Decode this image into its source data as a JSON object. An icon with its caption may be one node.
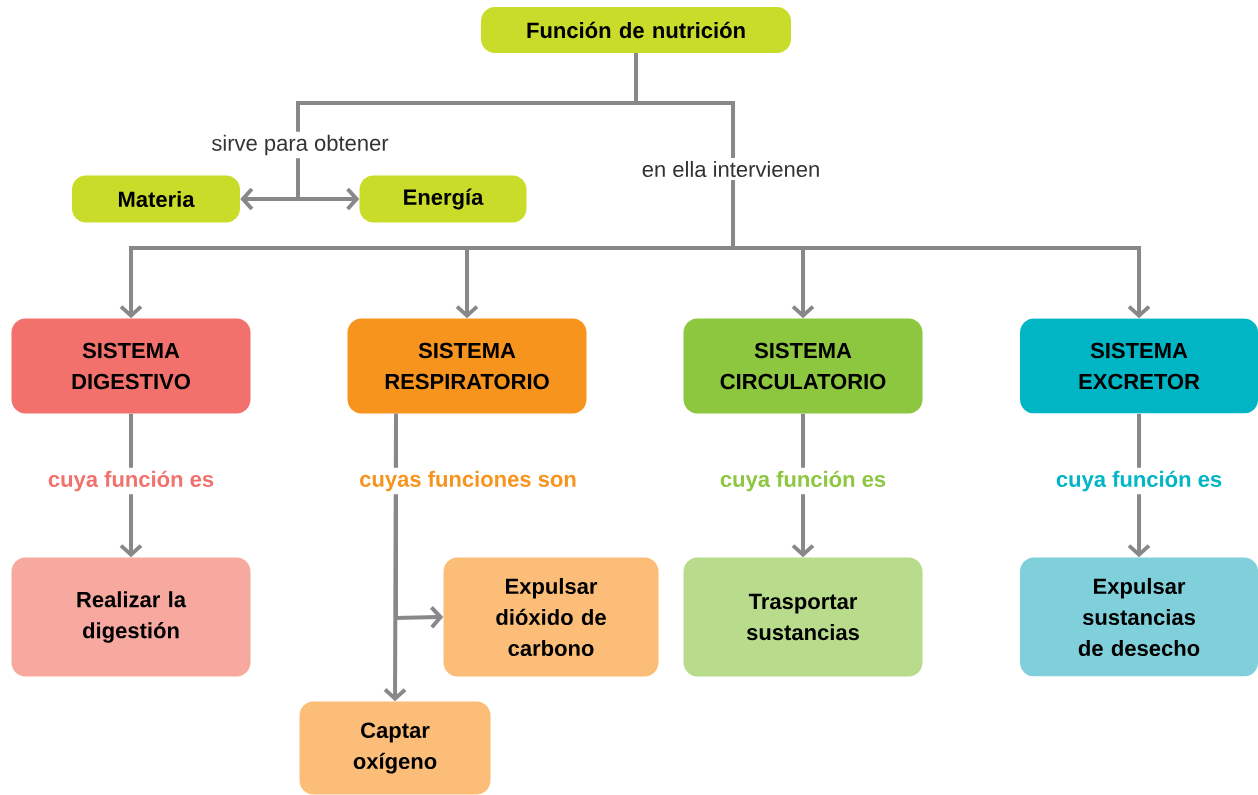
{
  "diagram": {
    "nodes": [
      {
        "text": [
          "Función de nutrición"
        ]
      },
      {
        "text": [
          "Materia"
        ]
      },
      {
        "text": [
          "Energía"
        ]
      },
      {
        "text": [
          "SISTEMA DIGESTIVO"
        ]
      },
      {
        "text": [
          "SISTEMA RESPIRATORIO"
        ]
      },
      {
        "text": [
          "SISTEMA CIRCULATORIO"
        ]
      },
      {
        "text": [
          "SISTEMA EXCRETOR"
        ]
      },
      {
        "text": [
          "Realizar la digestión"
        ]
      },
      {
        "text": [
          "Expulsar dióxido de carbono"
        ]
      },
      {
        "text": [
          "Captar oxígeno"
        ]
      },
      {
        "text": [
          "Trasportar sustancias"
        ]
      },
      {
        "text": [
          "Expulsar sustancias de desecho"
        ]
      }
    ],
    "edges": [
      {
        "from": 0,
        "to": 1,
        "arrow": "to",
        "label": "sirve para obtener"
      },
      {
        "from": 0,
        "to": 2,
        "arrow": "to"
      },
      {
        "from": 0,
        "to": 3,
        "arrow": "to",
        "label": "en ella intervienen"
      },
      {
        "from": 0,
        "to": 4,
        "arrow": "to"
      },
      {
        "from": 0,
        "to": 5,
        "arrow": "to"
      },
      {
        "from": 0,
        "to": 6,
        "arrow": "to"
      },
      {
        "from": 3,
        "to": 7,
        "arrow": "to",
        "label": "cuya función es"
      },
      {
        "from": 4,
        "to": 8,
        "arrow": "to",
        "label": "cuyas funciones son"
      },
      {
        "from": 4,
        "to": 9,
        "arrow": "to"
      },
      {
        "from": 5,
        "to": 10,
        "arrow": "to",
        "label": "cuya función es"
      },
      {
        "from": 6,
        "to": 11,
        "arrow": "to",
        "label": "cuya función es"
      }
    ]
  }
}
